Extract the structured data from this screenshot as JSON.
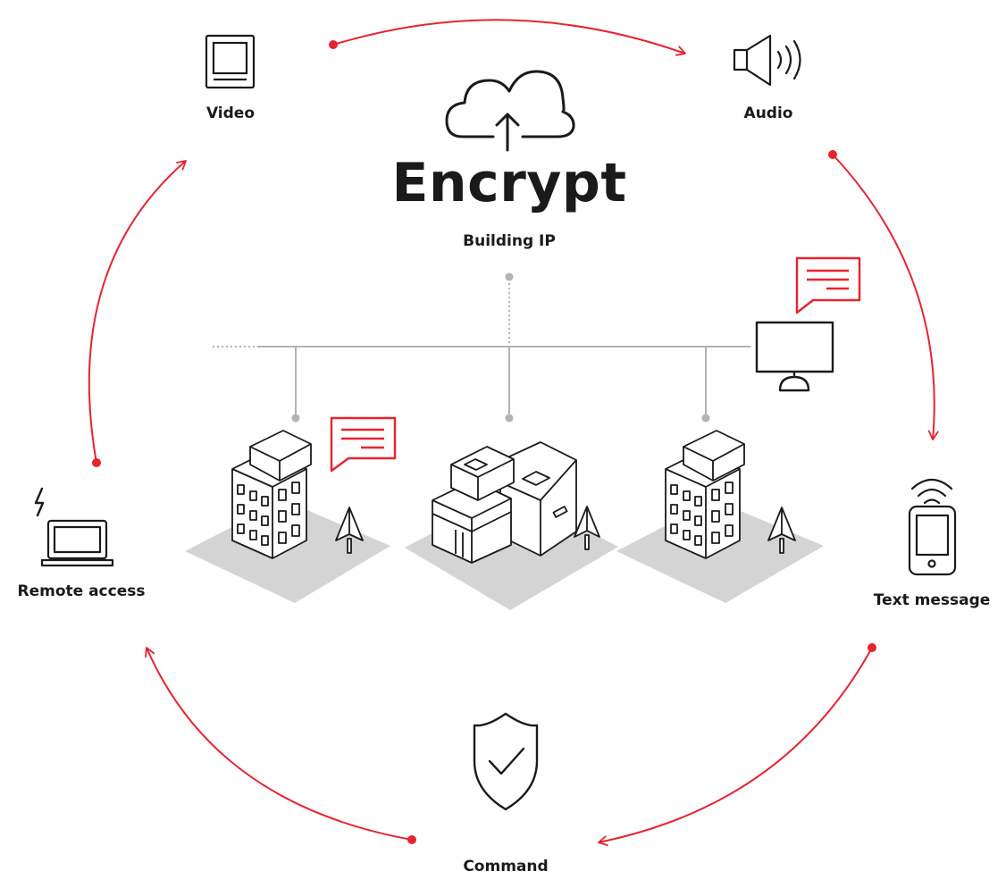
{
  "diagram": {
    "title": "Encrypt",
    "subtitle": "Building IP",
    "nodes": {
      "video": {
        "label": "Video",
        "icon": "monitor-icon"
      },
      "audio": {
        "label": "Audio",
        "icon": "speaker-icon"
      },
      "text_message": {
        "label": "Text message",
        "icon": "smartphone-icon"
      },
      "command": {
        "label": "Command",
        "icon": "shield-check-icon"
      },
      "remote_access": {
        "label": "Remote access",
        "icon": "laptop-icon"
      }
    },
    "center_icon": "cloud-upload-icon",
    "buildings": [
      "apartment-building-icon",
      "house-icon",
      "apartment-building-icon"
    ]
  },
  "colors": {
    "accent": "#e8232e",
    "text": "#1a1a1a",
    "network_line": "#b3b3b3",
    "ground": "#d4d4d4"
  }
}
